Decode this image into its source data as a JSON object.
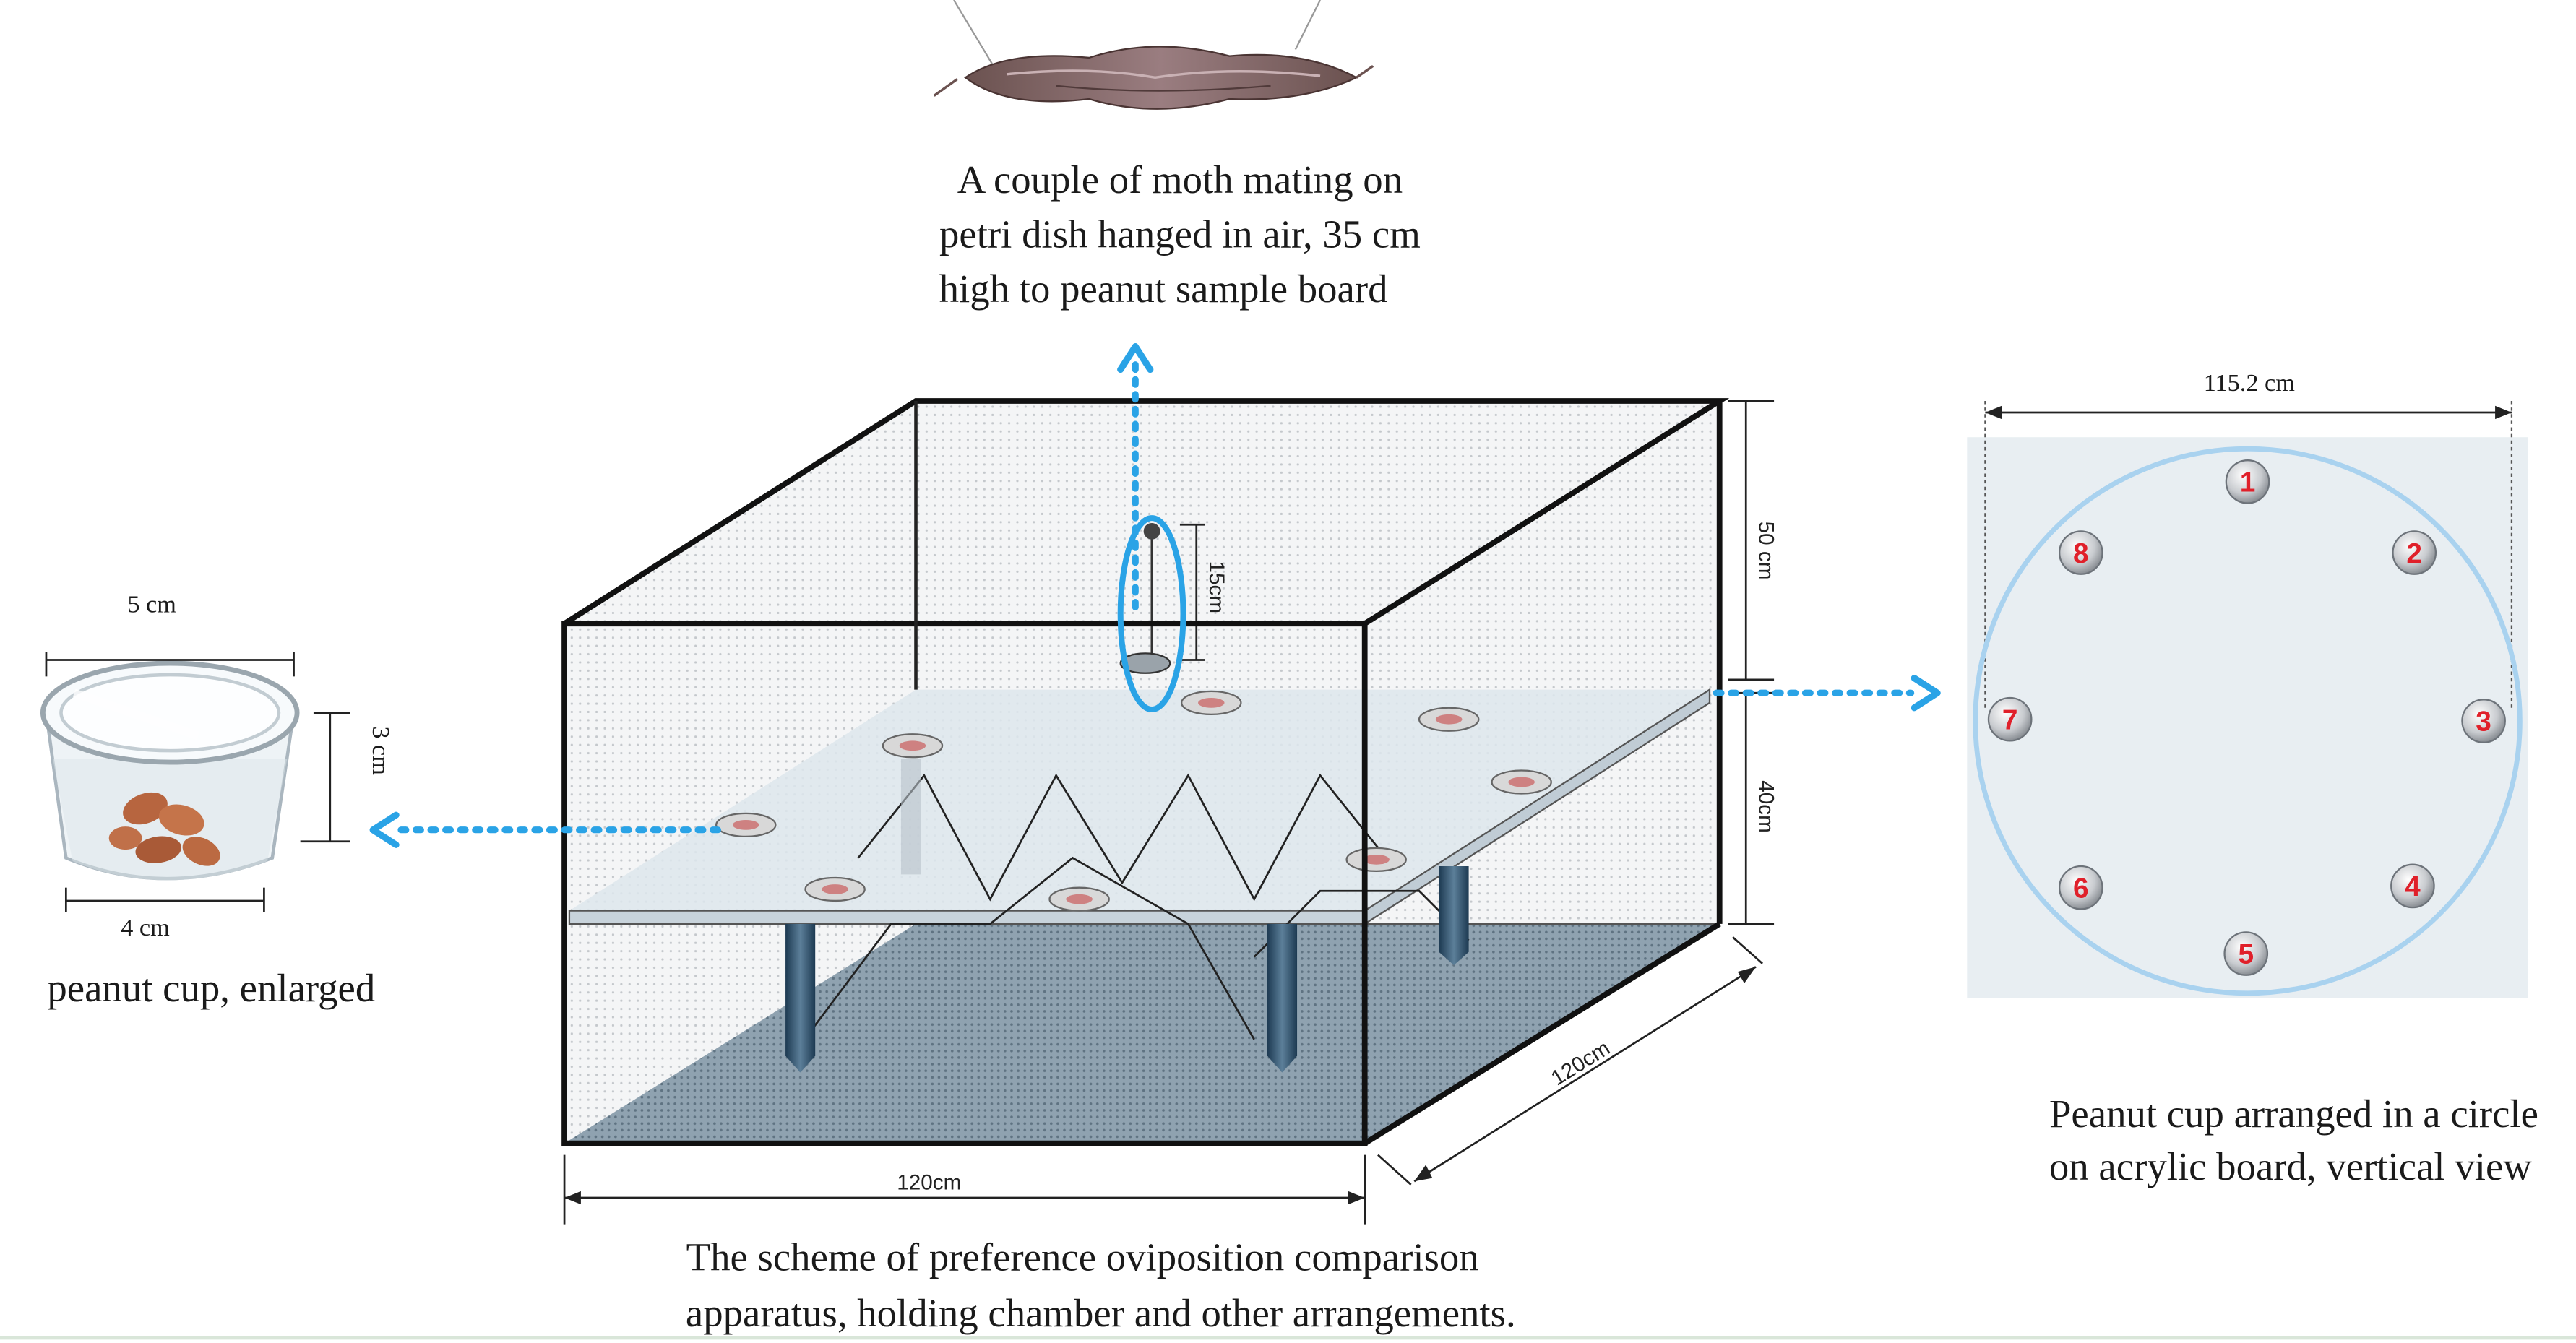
{
  "captions": {
    "moth_line1": "A couple of moth mating on",
    "moth_line2": "petri dish hanged in air, 35 cm",
    "moth_line3": "high to peanut sample board",
    "cup_label": "peanut  cup, enlarged",
    "scheme_line1": "The scheme of preference oviposition comparison",
    "scheme_line2": "apparatus, holding chamber and other arrangements.",
    "circle_line1": "Peanut cup arranged in a circle",
    "circle_line2": "on acrylic board, vertical view"
  },
  "dimensions": {
    "cup_top": "5 cm",
    "cup_height": "3 cm",
    "cup_bottom": "4 cm",
    "box_upper": "50 cm",
    "box_lower": "40cm",
    "box_width": "120cm",
    "box_depth": "120cm",
    "hang": "15cm",
    "circle_width": "115.2 cm"
  },
  "cup_numbers": [
    "1",
    "2",
    "3",
    "4",
    "5",
    "6",
    "7",
    "8"
  ],
  "colors": {
    "arrow": "#2aa3e6",
    "number": "#e0202a",
    "panel": "#e8eef2",
    "floor": "#8fa2b0"
  }
}
